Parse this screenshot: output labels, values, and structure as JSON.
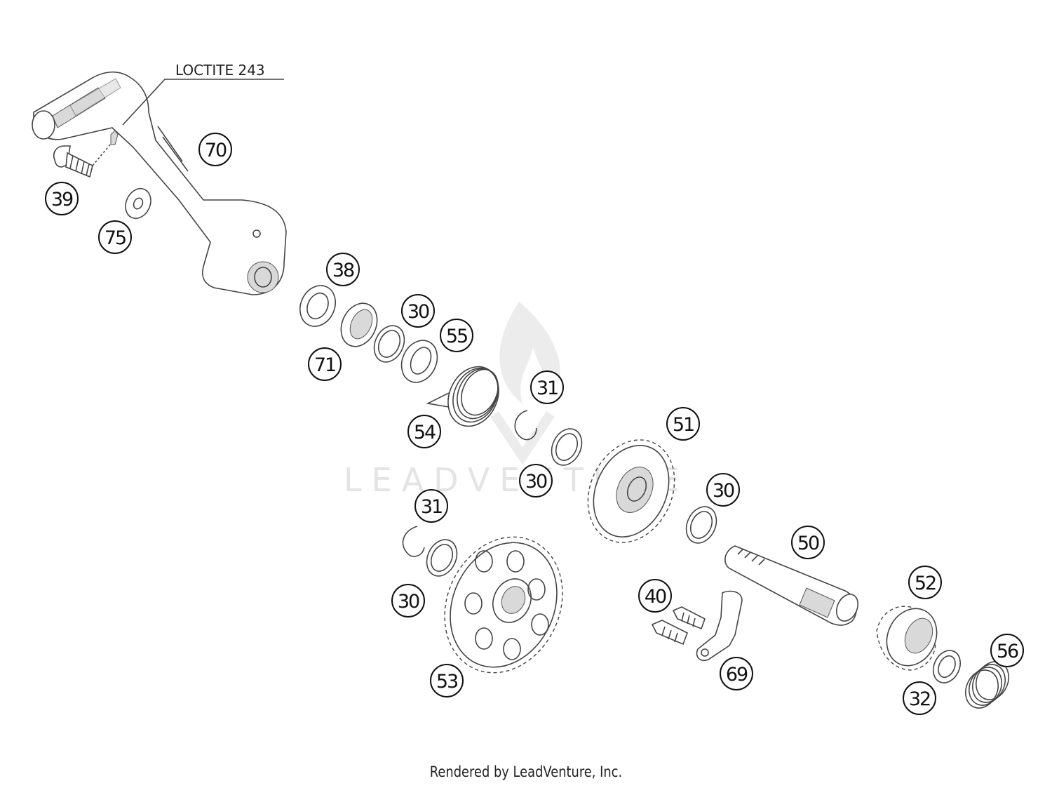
{
  "note": {
    "text": "LOCTITE 243"
  },
  "callouts": [
    {
      "id": "c70",
      "label": "70"
    },
    {
      "id": "c39",
      "label": "39"
    },
    {
      "id": "c75",
      "label": "75"
    },
    {
      "id": "c38",
      "label": "38"
    },
    {
      "id": "c30a",
      "label": "30"
    },
    {
      "id": "c55",
      "label": "55"
    },
    {
      "id": "c71",
      "label": "71"
    },
    {
      "id": "c31a",
      "label": "31"
    },
    {
      "id": "c54",
      "label": "54"
    },
    {
      "id": "c51",
      "label": "51"
    },
    {
      "id": "c30b",
      "label": "30"
    },
    {
      "id": "c30c",
      "label": "30"
    },
    {
      "id": "c31b",
      "label": "31"
    },
    {
      "id": "c30d",
      "label": "30"
    },
    {
      "id": "c50",
      "label": "50"
    },
    {
      "id": "c52",
      "label": "52"
    },
    {
      "id": "c40",
      "label": "40"
    },
    {
      "id": "c56",
      "label": "56"
    },
    {
      "id": "c53",
      "label": "53"
    },
    {
      "id": "c69",
      "label": "69"
    },
    {
      "id": "c32",
      "label": "32"
    }
  ],
  "watermark": {
    "text": "LEADVENTURE"
  },
  "footer": {
    "text": "Rendered by LeadVenture, Inc."
  }
}
